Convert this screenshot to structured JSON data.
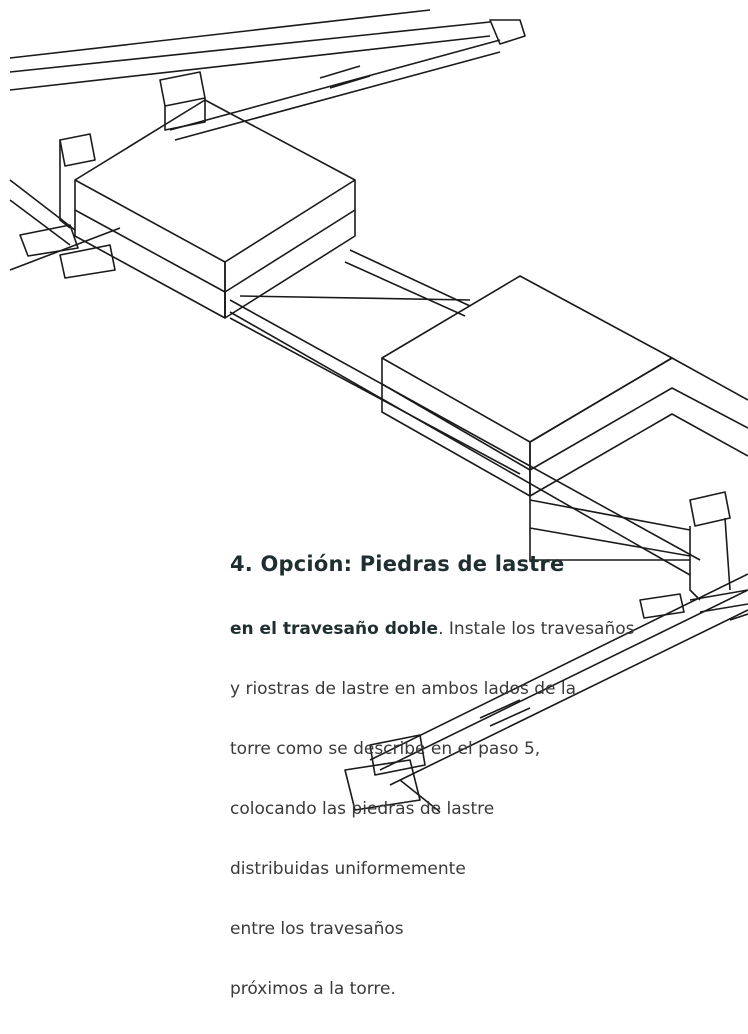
{
  "step": {
    "heading": "4. Opción: Piedras de lastre",
    "lines": [
      {
        "strong": "en el travesaño doble",
        "rest": ". Instale los travesaños"
      },
      {
        "strong": "",
        "rest": "y riostras de lastre en ambos lados de la"
      },
      {
        "strong": "",
        "rest": "torre como se describe en el paso 5,"
      },
      {
        "strong": "",
        "rest": "colocando las piedras de lastre"
      },
      {
        "strong": "",
        "rest": "distribuidas uniformemente"
      },
      {
        "strong": "",
        "rest": "entre los travesaños"
      },
      {
        "strong": "",
        "rest": "próximos a la torre."
      }
    ]
  },
  "colors": {
    "ink": "#1a1a1a",
    "heading": "#1f2e30",
    "text": "#3a3a3a",
    "paper": "#ffffff"
  }
}
